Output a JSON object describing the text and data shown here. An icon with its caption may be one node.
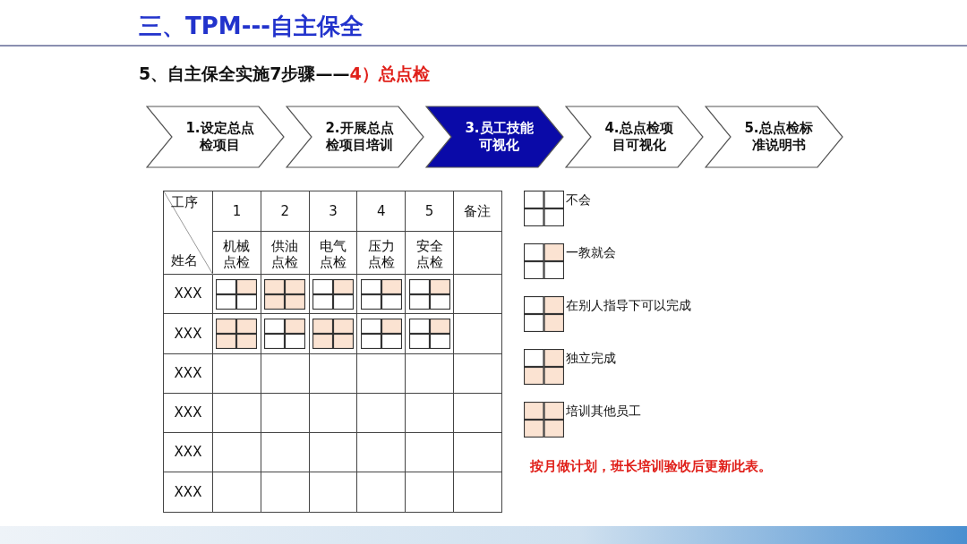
{
  "diagram": {
    "title": "三、TPM---自主保全",
    "nodes": [
      {
        "text": [
          "1.设定总点检项目"
        ]
      },
      {
        "text": [
          "2.开展总点检项目培训"
        ]
      },
      {
        "text": [
          "3.员工技能可视化"
        ]
      },
      {
        "text": [
          "4.总点检项目可视化"
        ]
      },
      {
        "text": [
          "5.总点检标准说明书"
        ]
      }
    ],
    "labels": [
      "5、自主保全实施7步骤——",
      "4）总点检",
      "工序",
      "1",
      "2",
      "3",
      "4",
      "5",
      "备注",
      "姓名",
      "机械点检",
      "供油点检",
      "电气点检",
      "压力点检",
      "安全点检",
      "XXX",
      "XXX",
      "XXX",
      "XXX",
      "XXX",
      "XXX",
      "按月做计划，班长培训验收后更新此表。"
    ],
    "legend": [
      {
        "text": "不会"
      },
      {
        "text": "一教就会"
      },
      {
        "text": "在别人指导下可以完成"
      },
      {
        "text": "独立完成"
      },
      {
        "text": "培训其他员工"
      }
    ]
  }
}
